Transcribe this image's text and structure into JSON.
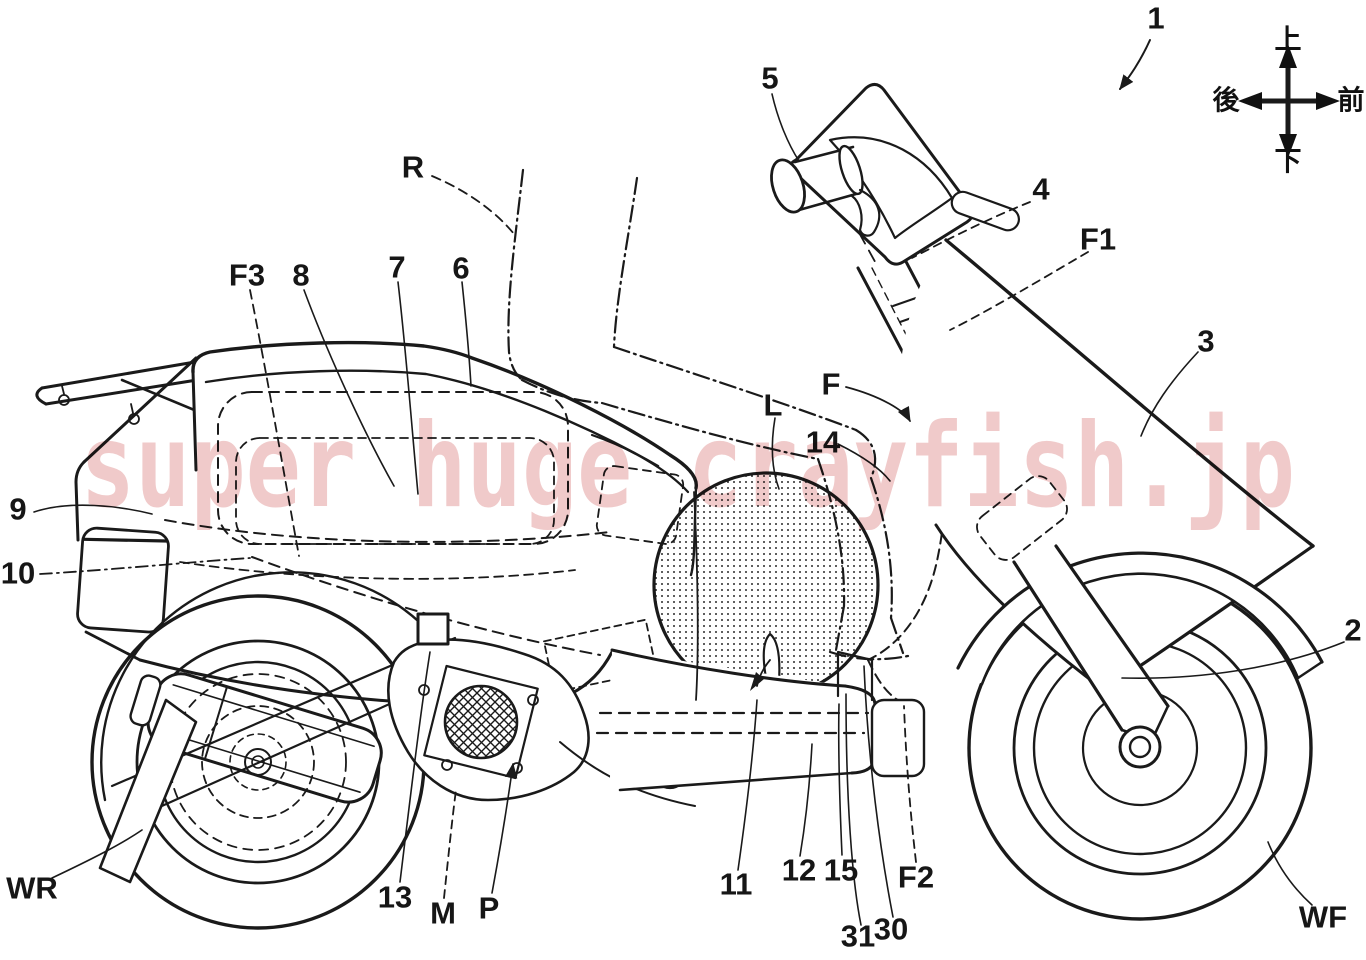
{
  "figure": {
    "kind": "patent-line-drawing-scooter-side-view",
    "watermark_text": "super huge crayfish.jp",
    "watermark_color": "#efc6c6",
    "line_color": "#1a1a1a",
    "background_color": "#ffffff"
  },
  "compass": {
    "up": "上",
    "down": "下",
    "front": "前",
    "rear": "後"
  },
  "labels": [
    {
      "id": "ref-1",
      "text": "1"
    },
    {
      "id": "ref-5",
      "text": "5"
    },
    {
      "id": "ref-4",
      "text": "4"
    },
    {
      "id": "ref-F1",
      "text": "F1"
    },
    {
      "id": "ref-3",
      "text": "3"
    },
    {
      "id": "ref-R",
      "text": "R"
    },
    {
      "id": "ref-F3",
      "text": "F3"
    },
    {
      "id": "ref-8",
      "text": "8"
    },
    {
      "id": "ref-7",
      "text": "7"
    },
    {
      "id": "ref-6",
      "text": "6"
    },
    {
      "id": "ref-F",
      "text": "F"
    },
    {
      "id": "ref-L",
      "text": "L"
    },
    {
      "id": "ref-14",
      "text": "14"
    },
    {
      "id": "ref-9",
      "text": "9"
    },
    {
      "id": "ref-10",
      "text": "10"
    },
    {
      "id": "ref-2",
      "text": "2"
    },
    {
      "id": "ref-WR",
      "text": "WR"
    },
    {
      "id": "ref-WF",
      "text": "WF"
    },
    {
      "id": "ref-13",
      "text": "13"
    },
    {
      "id": "ref-M",
      "text": "M"
    },
    {
      "id": "ref-P",
      "text": "P"
    },
    {
      "id": "ref-11",
      "text": "11"
    },
    {
      "id": "ref-12",
      "text": "12"
    },
    {
      "id": "ref-15",
      "text": "15"
    },
    {
      "id": "ref-31",
      "text": "31"
    },
    {
      "id": "ref-30",
      "text": "30"
    },
    {
      "id": "ref-F2",
      "text": "F2"
    }
  ]
}
